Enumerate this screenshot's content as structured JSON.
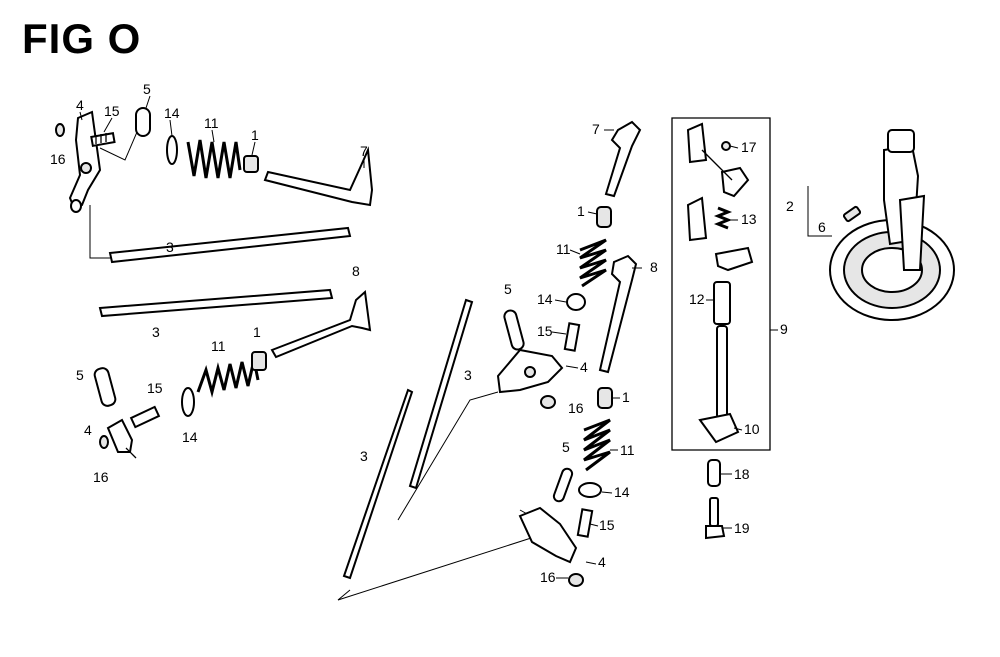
{
  "title": "FIG O",
  "callouts": {
    "c1": "1",
    "c1b": "1",
    "c1c": "1",
    "c1d": "1",
    "c2": "2",
    "c3a": "3",
    "c3b": "3",
    "c3c": "3",
    "c3d": "3",
    "c4a": "4",
    "c4b": "4",
    "c4c": "4",
    "c4d": "4",
    "c5a": "5",
    "c5b": "5",
    "c5c": "5",
    "c5d": "5",
    "c6": "6",
    "c7a": "7",
    "c7b": "7",
    "c8a": "8",
    "c8b": "8",
    "c9": "9",
    "c10": "10",
    "c11a": "11",
    "c11b": "11",
    "c11c": "11",
    "c11d": "11",
    "c12": "12",
    "c13": "13",
    "c14a": "14",
    "c14b": "14",
    "c14c": "14",
    "c14d": "14",
    "c15a": "15",
    "c15b": "15",
    "c15c": "15",
    "c15d": "15",
    "c16a": "16",
    "c16b": "16",
    "c16c": "16",
    "c16d": "16",
    "c17": "17",
    "c18": "18",
    "c19": "19"
  }
}
